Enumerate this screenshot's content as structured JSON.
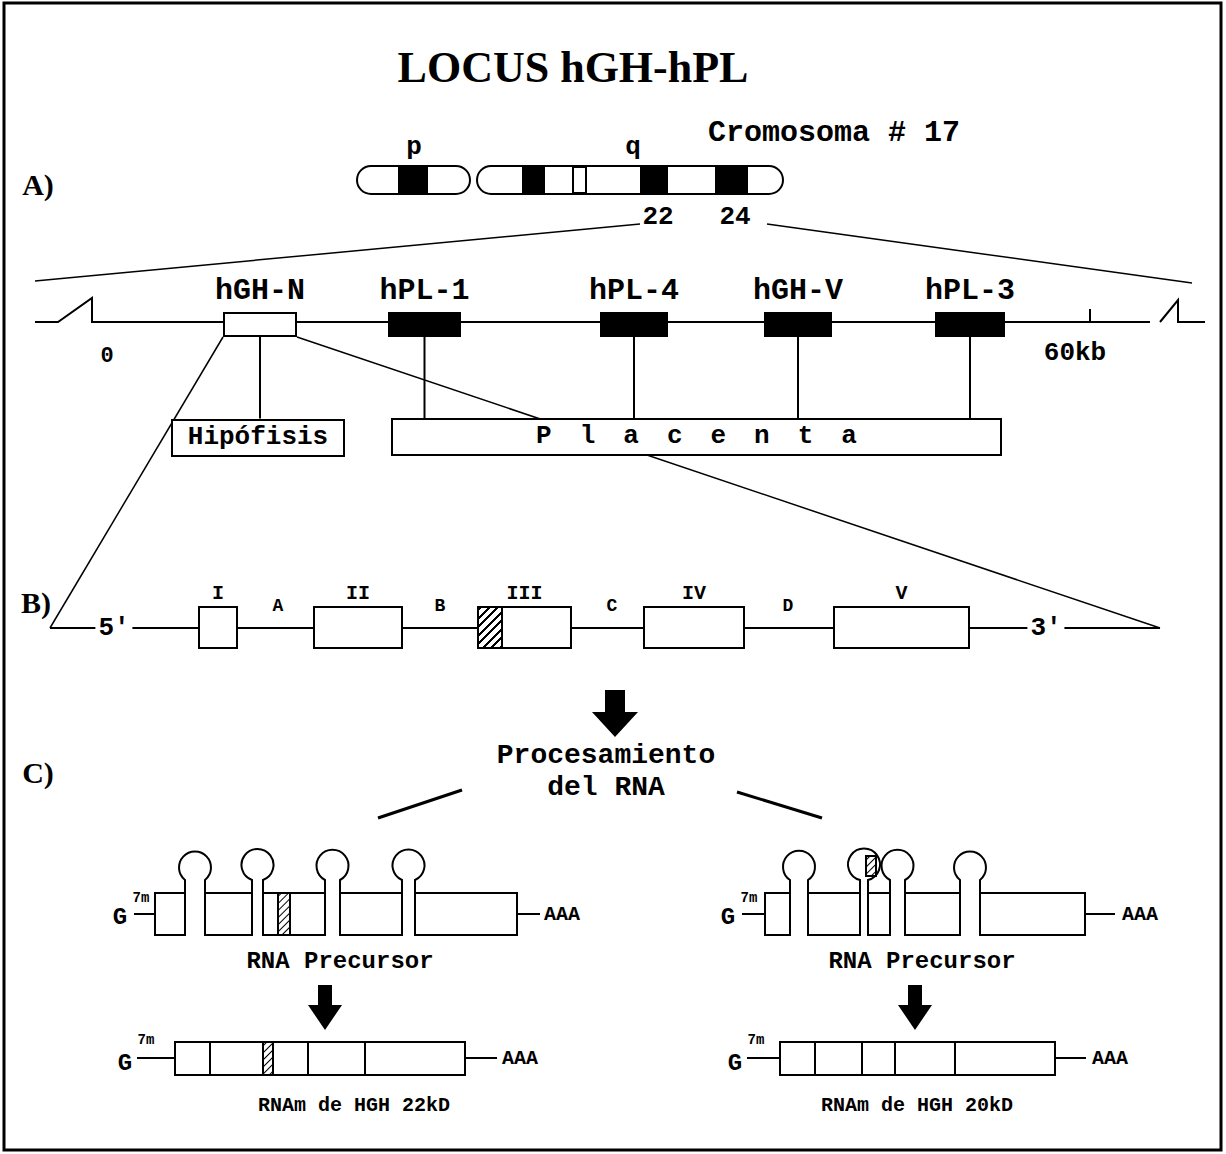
{
  "diagram": {
    "title": "LOCUS hGH-hPL",
    "nodes": [
      {
        "text": [
          "hGH-N"
        ]
      },
      {
        "text": [
          "hPL-1"
        ]
      },
      {
        "text": [
          "hPL-4"
        ]
      },
      {
        "text": [
          "hGH-V"
        ]
      },
      {
        "text": [
          "hPL-3"
        ]
      },
      {
        "text": [
          "Hipófisis"
        ]
      },
      {
        "text": [
          "Placenta"
        ]
      },
      {
        "text": [
          "I"
        ]
      },
      {
        "text": [
          "II"
        ]
      },
      {
        "text": [
          "III"
        ]
      },
      {
        "text": [
          "IV"
        ]
      },
      {
        "text": [
          "V"
        ]
      }
    ],
    "edges": [
      {
        "from": 0,
        "to": 5,
        "arrow": "none"
      },
      {
        "from": 1,
        "to": 6,
        "arrow": "none"
      },
      {
        "from": 2,
        "to": 6,
        "arrow": "none"
      },
      {
        "from": 3,
        "to": 6,
        "arrow": "none"
      },
      {
        "from": 4,
        "to": 6,
        "arrow": "none"
      }
    ],
    "labels": [
      "A)",
      "p",
      "q",
      "Cromosoma # 17",
      "22",
      "24",
      "0",
      "60kb",
      "B)",
      "5'",
      "A",
      "B",
      "C",
      "D",
      "3'",
      "C)",
      "Procesamiento del RNA",
      "G",
      "7m",
      "AAA",
      "RNA Precursor",
      "G",
      "7m",
      "AAA",
      "RNAm de HGH 22kD",
      "G",
      "7m",
      "AAA",
      "RNA Precursor",
      "G",
      "7m",
      "AAA",
      "RNAm de HGH 20kD"
    ]
  }
}
